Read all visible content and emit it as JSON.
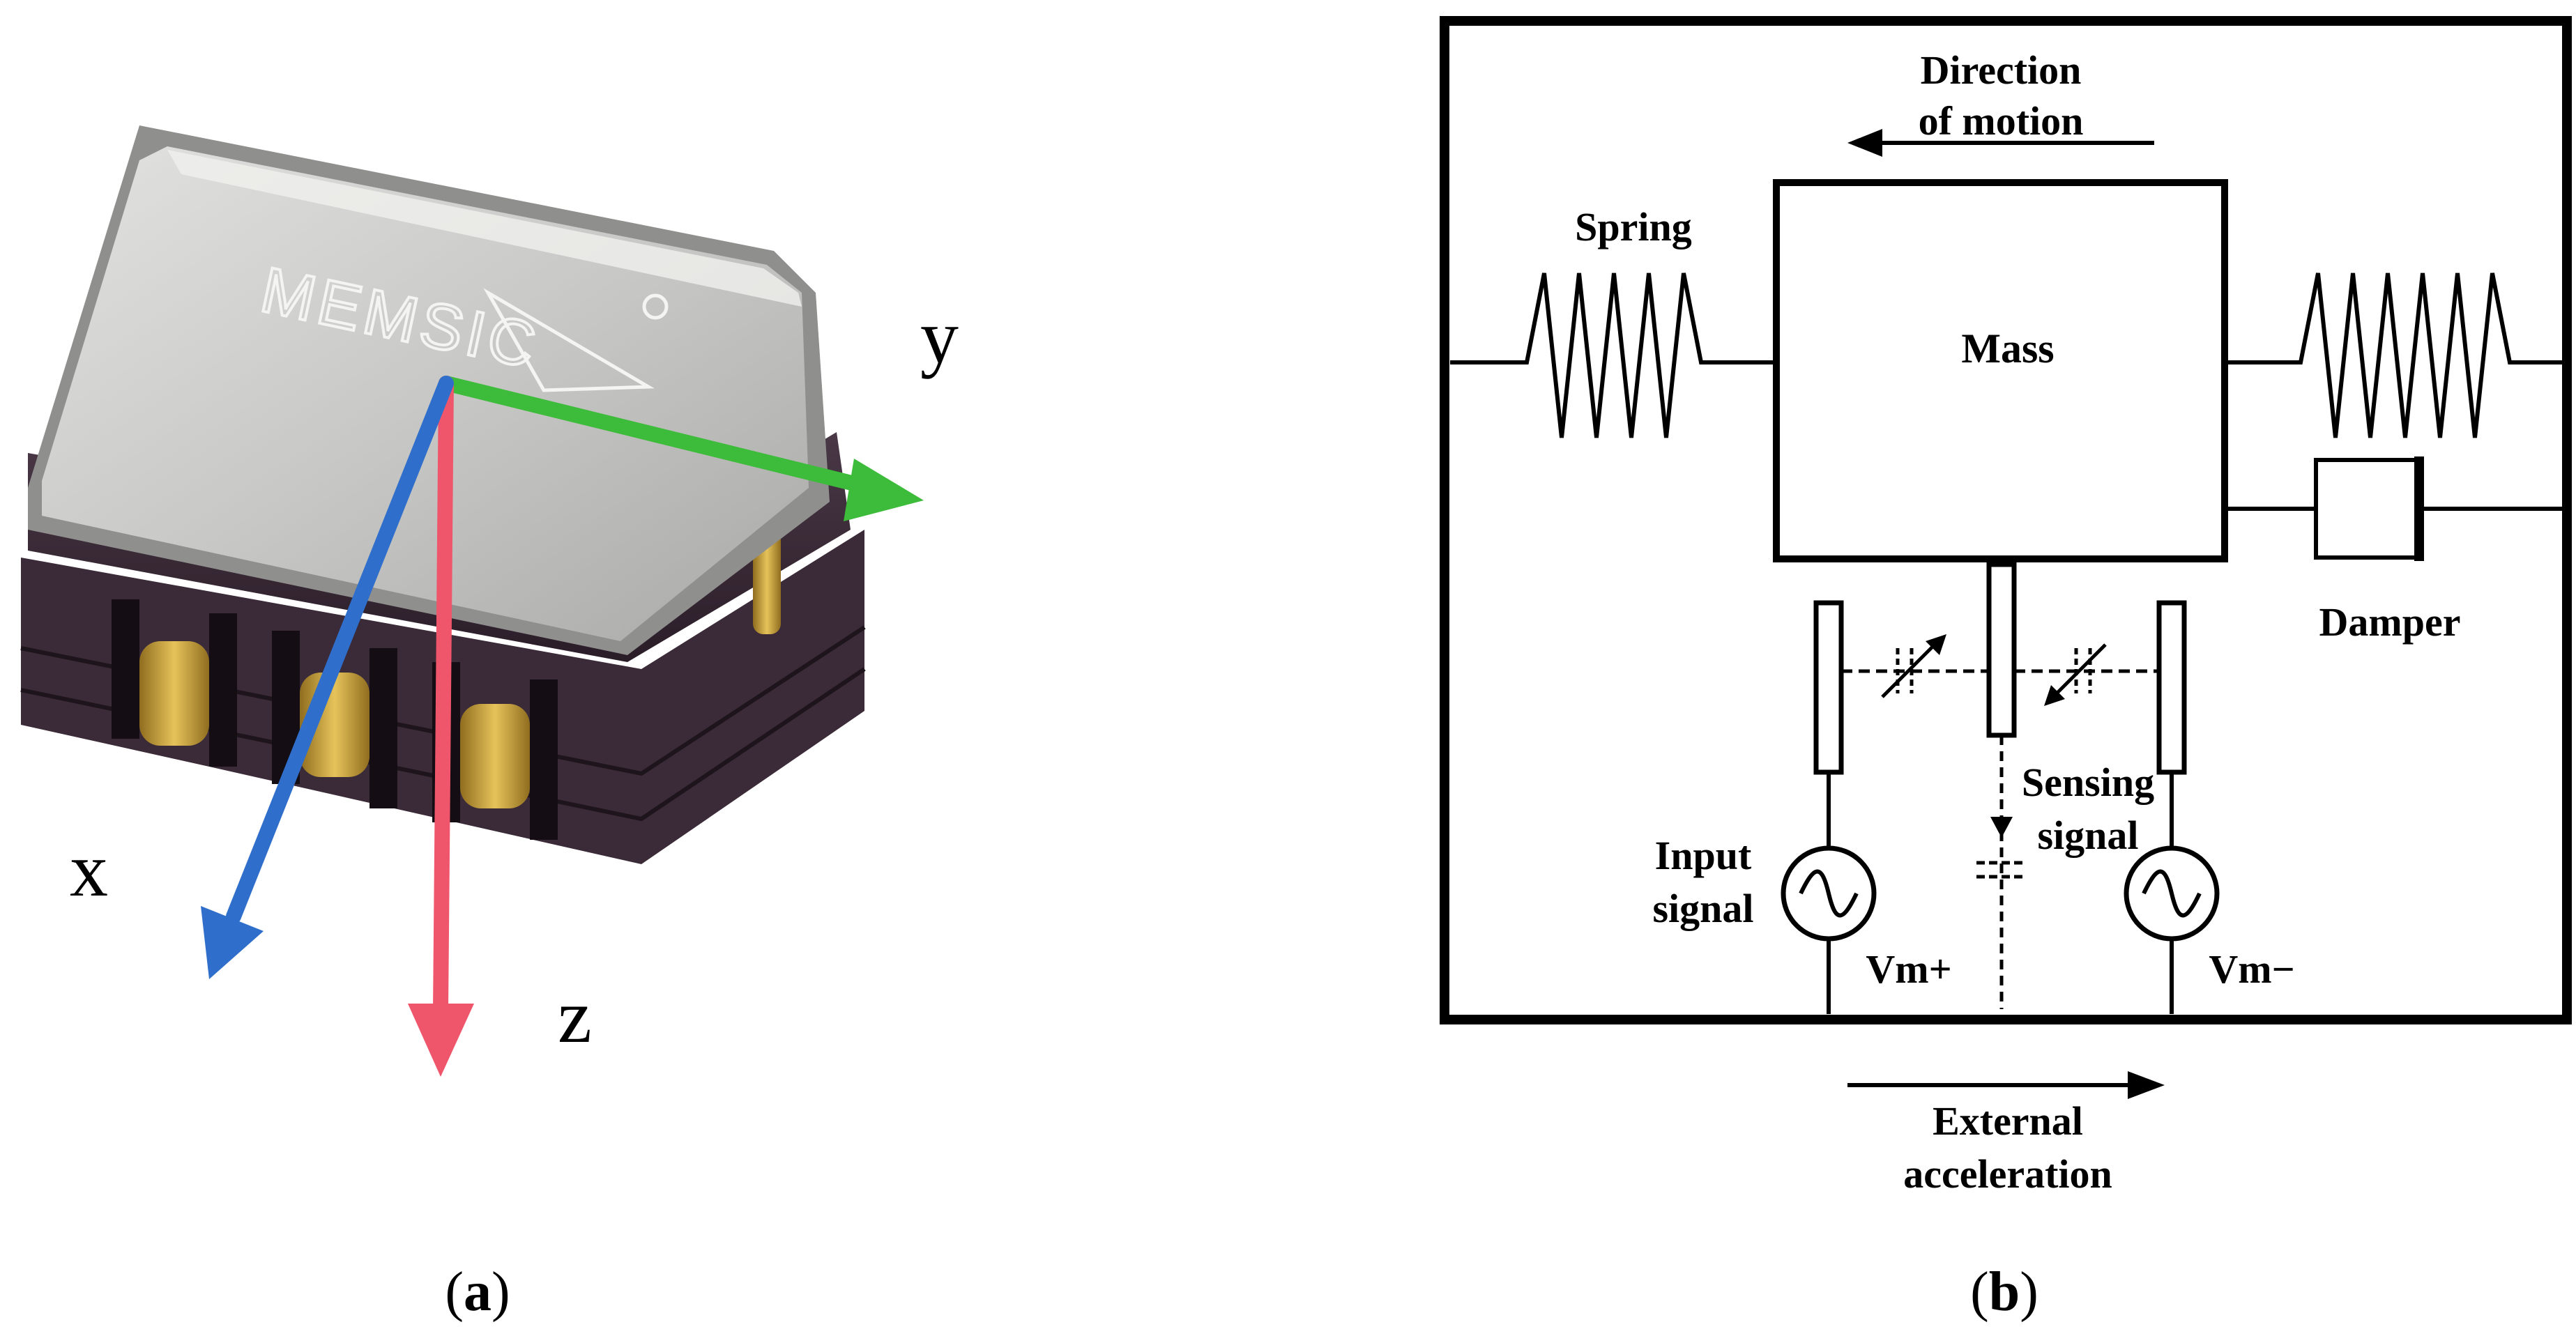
{
  "panel_a": {
    "chip_brand": "MEMSIC",
    "axes": {
      "x": {
        "label": "x",
        "color": "#2f6fcb"
      },
      "y": {
        "label": "y",
        "color": "#3dbb3a"
      },
      "z": {
        "label": "z",
        "color": "#f0566b"
      }
    },
    "caption": {
      "open": "(",
      "letter": "a",
      "close": ")"
    }
  },
  "panel_b": {
    "direction_of_motion": [
      "Direction",
      "of motion"
    ],
    "spring": "Spring",
    "mass": "Mass",
    "damper": "Damper",
    "input_signal": [
      "Input",
      "signal"
    ],
    "sensing_signal": [
      "Sensing",
      "signal"
    ],
    "vm_plus": "Vm+",
    "vm_minus": "Vm−",
    "external_acceleration": [
      "External",
      "acceleration"
    ],
    "caption": {
      "open": "(",
      "letter": "b",
      "close": ")"
    }
  },
  "colors": {
    "chip_lid": "#c9c9c7",
    "chip_body": "#3a2a36",
    "pin_gold": "#c9a23a"
  }
}
